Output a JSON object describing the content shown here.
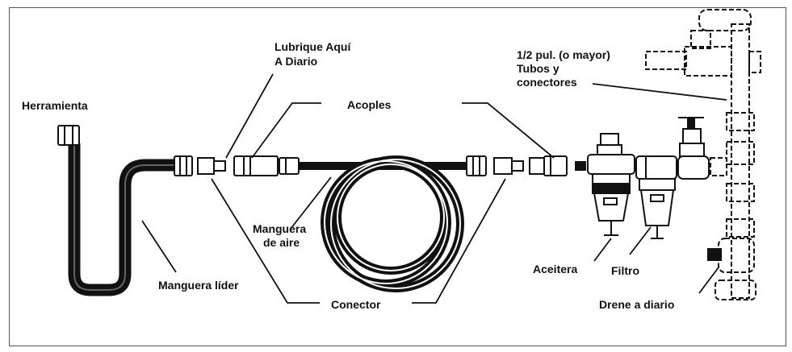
{
  "labels": {
    "herramienta": "Herramienta",
    "lubrique_1": "Lubrique Aquí",
    "lubrique_2": "A Diario",
    "acoples": "Acoples",
    "tubos_1": "1/2 pul. (o mayor)",
    "tubos_2": "Tubos y",
    "tubos_3": "conectores",
    "manguera_aire_1": "Manguera",
    "manguera_aire_2": "de aire",
    "manguera_lider": "Manguera líder",
    "conector": "Conector",
    "aceitera": "Aceitera",
    "filtro": "Filtro",
    "drene": "Drene a diario"
  },
  "colors": {
    "ink": "#111111",
    "frame": "#555555",
    "background": "#ffffff"
  }
}
